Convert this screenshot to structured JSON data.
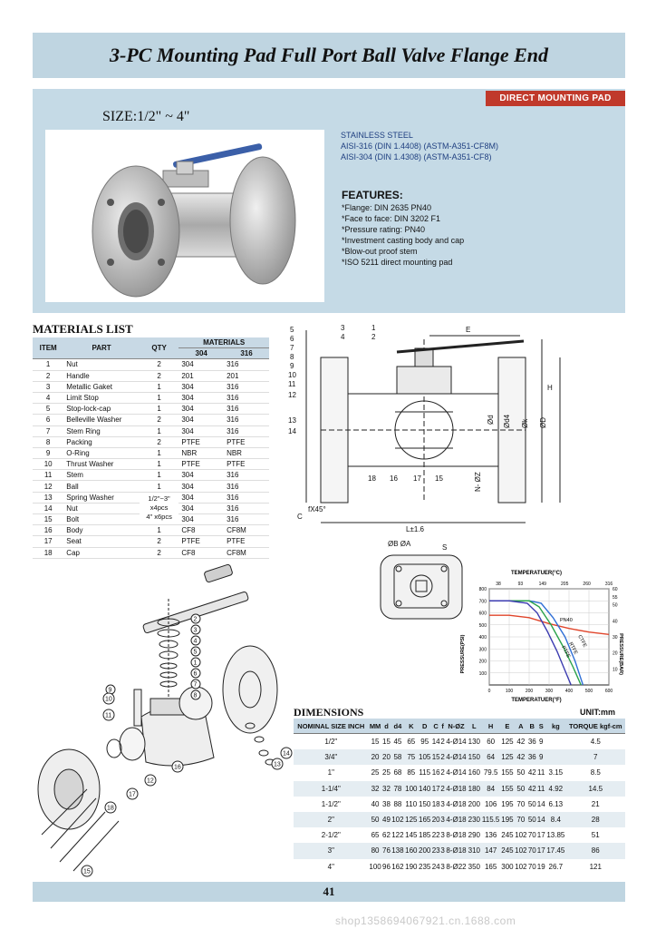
{
  "title": "3-PC Mounting Pad Full Port Ball Valve Flange End",
  "badge": "DIRECT MOUNTING PAD",
  "size": "SIZE:1/2\" ~ 4\"",
  "materials_spec": {
    "line1": "STAINLESS STEEL",
    "line2": "AISI-316 (DIN 1.4408) (ASTM-A351-CF8M)",
    "line3": "AISI-304 (DIN 1.4308) (ASTM-A351-CF8)"
  },
  "features": {
    "heading": "FEATURES:",
    "items": [
      "*Flange: DIN 2635 PN40",
      "*Face to face: DIN 3202 F1",
      "*Pressure rating: PN40",
      "*Investment casting body and cap",
      "*Blow-out proof stem",
      "*ISO 5211 direct mounting pad"
    ]
  },
  "materials_list": {
    "title": "MATERIALS LIST",
    "headers": {
      "item": "ITEM",
      "part": "PART",
      "qty": "QTY",
      "materials": "MATERIALS",
      "m304": "304",
      "m316": "316"
    },
    "rows": [
      [
        "1",
        "Nut",
        "2",
        "304",
        "316"
      ],
      [
        "2",
        "Handle",
        "2",
        "201",
        "201"
      ],
      [
        "3",
        "Metallic Gaket",
        "1",
        "304",
        "316"
      ],
      [
        "4",
        "Limit Stop",
        "1",
        "304",
        "316"
      ],
      [
        "5",
        "Stop-lock-cap",
        "1",
        "304",
        "316"
      ],
      [
        "6",
        "Belleville Washer",
        "2",
        "304",
        "316"
      ],
      [
        "7",
        "Stem Ring",
        "1",
        "304",
        "316"
      ],
      [
        "8",
        "Packing",
        "2",
        "PTFE",
        "PTFE"
      ],
      [
        "9",
        "O-Ring",
        "1",
        "NBR",
        "NBR"
      ],
      [
        "10",
        "Thrust Washer",
        "1",
        "PTFE",
        "PTFE"
      ],
      [
        "11",
        "Stem",
        "1",
        "304",
        "316"
      ],
      [
        "12",
        "Ball",
        "1",
        "304",
        "316"
      ],
      [
        "13",
        "Spring Washer",
        "",
        "304",
        "316"
      ],
      [
        "14",
        "Nut",
        "",
        "304",
        "316"
      ],
      [
        "15",
        "Bolt",
        "",
        "304",
        "316"
      ],
      [
        "16",
        "Body",
        "1",
        "CF8",
        "CF8M"
      ],
      [
        "17",
        "Seat",
        "2",
        "PTFE",
        "PTFE"
      ],
      [
        "18",
        "Cap",
        "2",
        "CF8",
        "CF8M"
      ]
    ],
    "qty_note_1": "1/2\"~3\"",
    "qty_note_2": "x4pcs",
    "qty_note_3": "4\" x6pcs"
  },
  "drawing": {
    "callouts_left": [
      "5",
      "6",
      "7",
      "8",
      "9",
      "10",
      "11",
      "12",
      "13",
      "14"
    ],
    "callouts_top": [
      "3",
      "4",
      "1",
      "2"
    ],
    "callouts_bottom": [
      "18",
      "16",
      "17",
      "15"
    ],
    "dim_E": "E",
    "dim_H": "H",
    "dim_d": "Ød",
    "dim_d4": "Ød4",
    "dim_k": "Øk",
    "dim_D": "ØD",
    "dim_NZ": "N-ØZ",
    "dim_C": "C",
    "dim_f": "fX45°",
    "dim_L": "L±1.6",
    "dim_BA": "ØB ØA",
    "dim_S": "S"
  },
  "pt_chart": {
    "top_label": "TEMPERATUER(°C)",
    "bottom_label": "TEMPERATUER(°F)",
    "left_label": "PRESSURE(PSI)",
    "right_label": "PRESSURE(BAR)",
    "curve_labels": [
      "PN40",
      "CTFE",
      "RTFE",
      "PTFE"
    ]
  },
  "chart_data": {
    "type": "line",
    "title": "",
    "xlabel": "TEMPERATUER(°F)",
    "ylabel": "PRESSURE(PSI)",
    "xlim": [
      0,
      600
    ],
    "ylim": [
      0,
      800
    ],
    "x_ticks": [
      "0",
      "100",
      "200",
      "300",
      "400",
      "500",
      "600"
    ],
    "y_ticks": [
      "100",
      "200",
      "300",
      "400",
      "500",
      "600",
      "700",
      "800"
    ],
    "top_ticks": [
      "38",
      "93",
      "149",
      "205",
      "260",
      "316"
    ],
    "right_ticks": [
      "10",
      "20",
      "30",
      "40",
      "50",
      "55",
      "60"
    ],
    "series": [
      {
        "name": "PN40",
        "x": [
          0,
          100,
          200,
          300,
          400,
          500,
          600
        ],
        "y": [
          580,
          580,
          560,
          510,
          470,
          440,
          420
        ]
      },
      {
        "name": "CTFE",
        "x": [
          0,
          100,
          200,
          260,
          320,
          380,
          430,
          470
        ],
        "y": [
          700,
          700,
          700,
          680,
          560,
          400,
          200,
          0
        ]
      },
      {
        "name": "RTFE",
        "x": [
          0,
          100,
          200,
          250,
          310,
          370,
          420,
          460
        ],
        "y": [
          700,
          700,
          700,
          650,
          500,
          320,
          150,
          0
        ]
      },
      {
        "name": "PTFE",
        "x": [
          0,
          100,
          190,
          240,
          290,
          340,
          380,
          410
        ],
        "y": [
          700,
          700,
          680,
          600,
          450,
          280,
          120,
          0
        ]
      }
    ]
  },
  "dimensions": {
    "title": "DIMENSIONS",
    "unit": "UNIT:mm",
    "headers": [
      "NOMINAL SIZE INCH",
      "MM",
      "d",
      "d4",
      "K",
      "D",
      "C",
      "f",
      "N-ØZ",
      "L",
      "H",
      "E",
      "A",
      "B",
      "S",
      "kg",
      "TORQUE kgf-cm"
    ],
    "rows": [
      [
        "1/2\"",
        "15",
        "15",
        "45",
        "65",
        "95",
        "14",
        "2",
        "4-Ø14",
        "130",
        "60",
        "125",
        "42",
        "36",
        "9",
        "",
        "4.5"
      ],
      [
        "3/4\"",
        "20",
        "20",
        "58",
        "75",
        "105",
        "15",
        "2",
        "4-Ø14",
        "150",
        "64",
        "125",
        "42",
        "36",
        "9",
        "",
        "7"
      ],
      [
        "1\"",
        "25",
        "25",
        "68",
        "85",
        "115",
        "16",
        "2",
        "4-Ø14",
        "160",
        "79.5",
        "155",
        "50",
        "42",
        "11",
        "3.15",
        "8.5"
      ],
      [
        "1-1/4\"",
        "32",
        "32",
        "78",
        "100",
        "140",
        "17",
        "2",
        "4-Ø18",
        "180",
        "84",
        "155",
        "50",
        "42",
        "11",
        "4.92",
        "14.5"
      ],
      [
        "1-1/2\"",
        "40",
        "38",
        "88",
        "110",
        "150",
        "18",
        "3",
        "4-Ø18",
        "200",
        "106",
        "195",
        "70",
        "50",
        "14",
        "6.13",
        "21"
      ],
      [
        "2\"",
        "50",
        "49",
        "102",
        "125",
        "165",
        "20",
        "3",
        "4-Ø18",
        "230",
        "115.5",
        "195",
        "70",
        "50",
        "14",
        "8.4",
        "28"
      ],
      [
        "2-1/2\"",
        "65",
        "62",
        "122",
        "145",
        "185",
        "22",
        "3",
        "8-Ø18",
        "290",
        "136",
        "245",
        "102",
        "70",
        "17",
        "13.85",
        "51"
      ],
      [
        "3\"",
        "80",
        "76",
        "138",
        "160",
        "200",
        "23",
        "3",
        "8-Ø18",
        "310",
        "147",
        "245",
        "102",
        "70",
        "17",
        "17.45",
        "86"
      ],
      [
        "4\"",
        "100",
        "96",
        "162",
        "190",
        "235",
        "24",
        "3",
        "8-Ø22",
        "350",
        "165",
        "300",
        "102",
        "70",
        "19",
        "26.7",
        "121"
      ]
    ]
  },
  "exploded_callouts": [
    "2",
    "3",
    "4",
    "5",
    "1",
    "6",
    "7",
    "8",
    "9",
    "10",
    "11",
    "12",
    "13",
    "14",
    "15",
    "16",
    "17",
    "18"
  ],
  "page_number": "41",
  "watermark": "shop1358694067921.cn.1688.com",
  "colors": {
    "band": "#bfd5e1",
    "panel": "#c5dae6",
    "badge": "#c0392b",
    "spec_text": "#1f3f80"
  }
}
